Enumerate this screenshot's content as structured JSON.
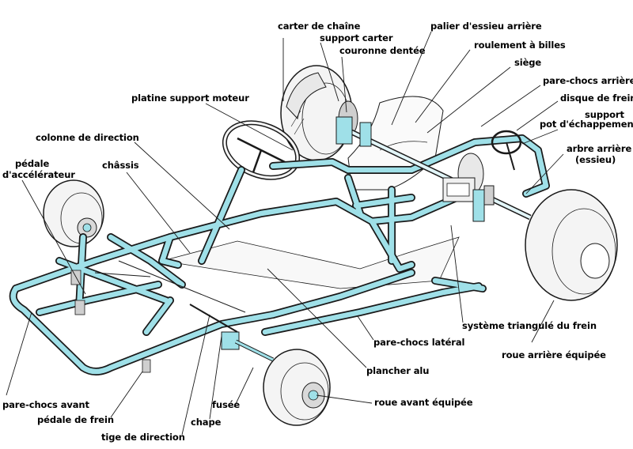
{
  "labels": {
    "carter_de_chaine": "carter de chaîne",
    "support_carter": "support carter",
    "couronne_dentee": "couronne dentée",
    "palier_essieu_arriere": "palier d'essieu arrière",
    "roulement_a_billes": "roulement à billes",
    "siege": "siège",
    "pare_chocs_arriere": "pare-chocs arrière",
    "disque_de_frein": "disque de frein",
    "support_pot_line1": "support",
    "support_pot_line2": "pot d'échappement",
    "arbre_arriere_line1": "arbre arrière",
    "arbre_arriere_line2": "(essieu)",
    "platine_support_moteur": "platine support moteur",
    "colonne_de_direction": "colonne de direction",
    "chassis": "châssis",
    "pedale_accelerateur_line1": "pédale",
    "pedale_accelerateur_line2": "d'accélérateur",
    "systeme_triangule_du_frein": "système triangulé du frein",
    "pare_chocs_lateral": "pare-chocs latéral",
    "roue_arriere_equipee": "roue arrière équipée",
    "plancher_alu": "plancher alu",
    "roue_avant_equipee": "roue avant équipée",
    "fusee": "fusée",
    "pare_chocs_avant": "pare-chocs avant",
    "pedale_de_frein": "pédale de frein",
    "chape": "chape",
    "tige_de_direction": "tige de direction"
  },
  "colors": {
    "frame": "#9fe0e8",
    "outline": "#1a1a1a",
    "tire": "#f4f4f4",
    "background": "#ffffff"
  }
}
